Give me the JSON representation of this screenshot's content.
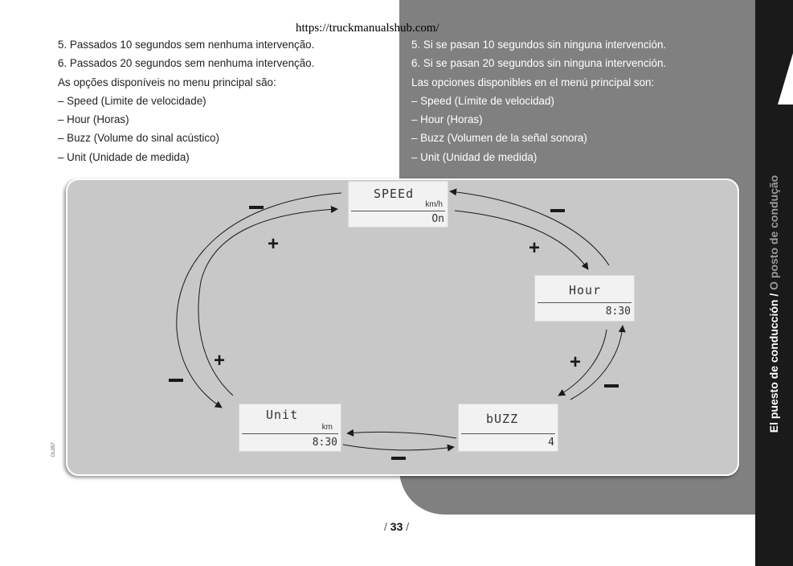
{
  "url": "https://truckmanualshub.com/",
  "side_title": {
    "primary": "El puesto de conducción / ",
    "secondary": "O posto de condução"
  },
  "portuguese": {
    "lines": [
      "5.  Passados 10 segundos sem nenhuma intervenção.",
      "6.  Passados 20 segundos sem nenhuma intervenção.",
      "As opções disponíveis no menu principal são:",
      "–  Speed (Limite de velocidade)",
      "–  Hour (Horas)",
      "–  Buzz (Volume do sinal acústico)",
      "–  Unit (Unidade de medida)"
    ]
  },
  "spanish": {
    "lines": [
      "5.  Si se pasan 10 segundos sin ninguna intervención.",
      "6.  Si se pasan 20 segundos sin ninguna intervención.",
      "Las opciones disponibles en el menú principal son:",
      "–  Speed (Límite de velocidad)",
      "–  Hour (Horas)",
      "–  Buzz (Volumen de la señal sonora)",
      "–  Unit (Unidad de medida)"
    ]
  },
  "diagram": {
    "speed": {
      "label": "SPEEd",
      "unit": "km/h",
      "value": "On"
    },
    "hour": {
      "label": "Hour",
      "value": "8:30"
    },
    "buzz": {
      "label": "bUZZ",
      "value": "4"
    },
    "unit": {
      "label": "Unit",
      "unit": "km",
      "value": "8:30"
    },
    "plus": "+",
    "ref_code": "DL057"
  },
  "page": {
    "prefix": "/ ",
    "number": "33",
    "suffix": " /"
  }
}
